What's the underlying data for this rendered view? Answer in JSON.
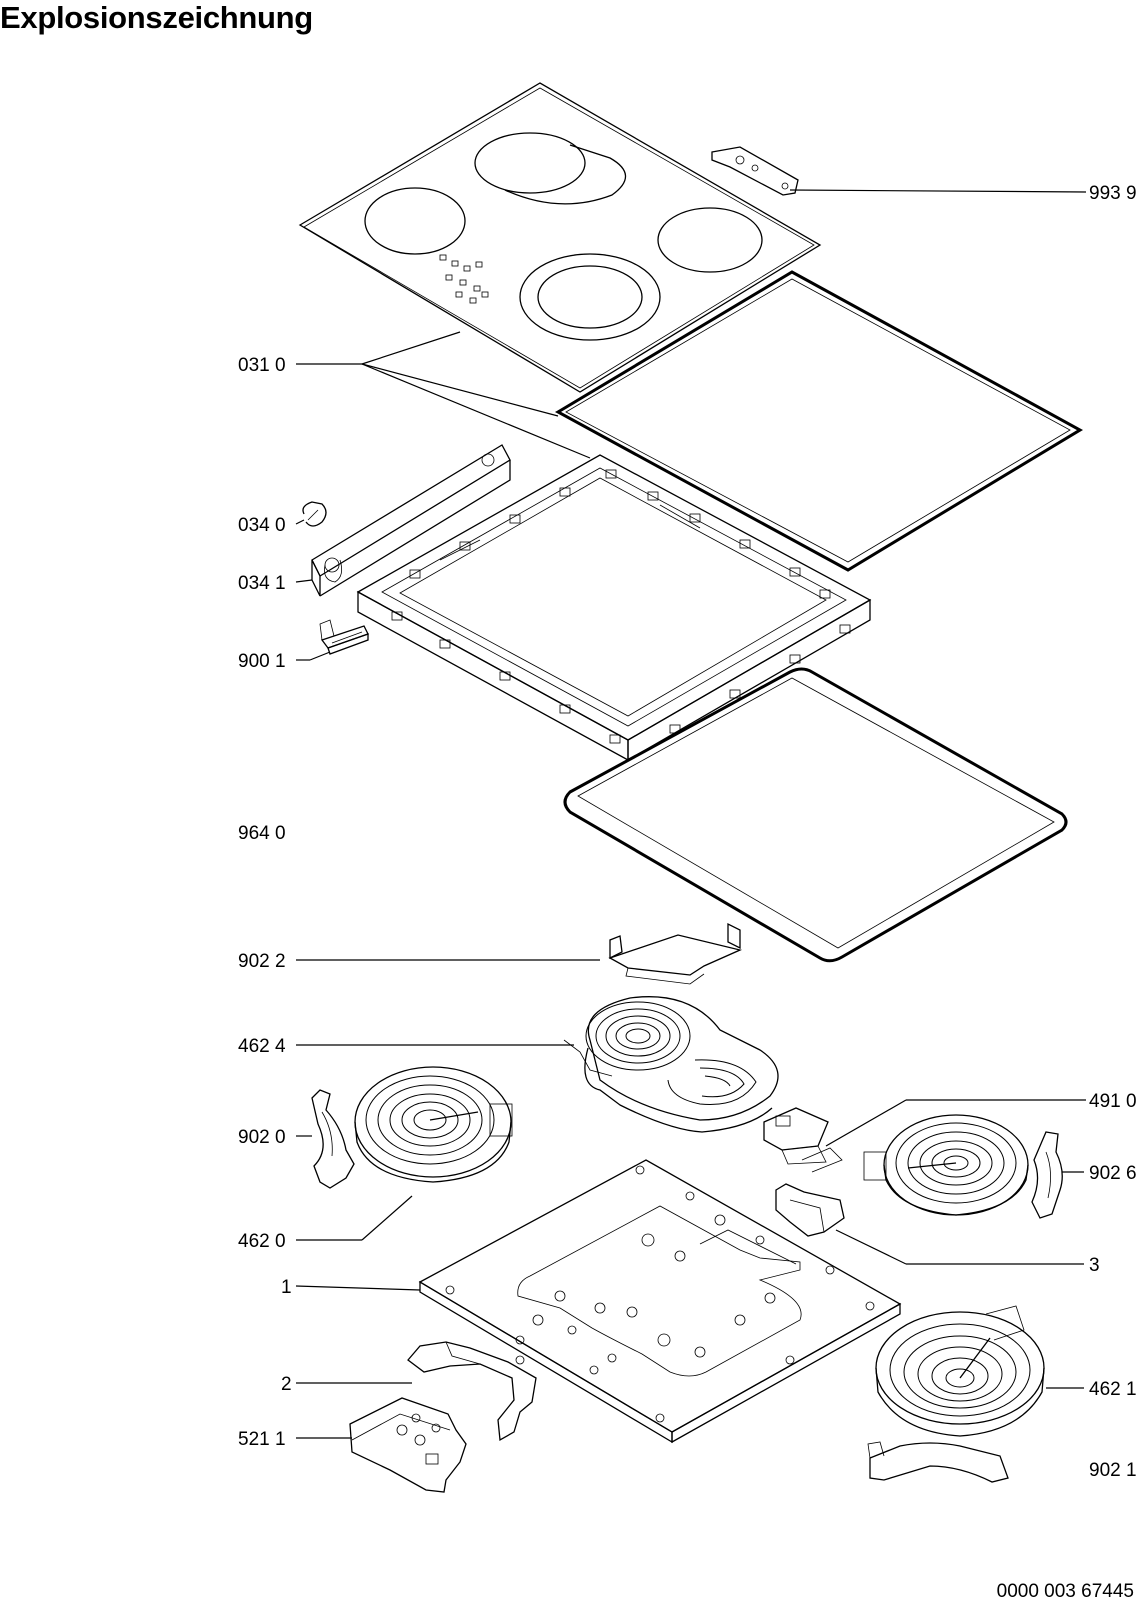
{
  "title": "Explosionszeichnung",
  "document_number": "0000 003 67445",
  "labels": [
    {
      "id": "993-9",
      "text": "993 9"
    },
    {
      "id": "031-0",
      "text": "031 0"
    },
    {
      "id": "034-0",
      "text": "034 0"
    },
    {
      "id": "034-1",
      "text": "034 1"
    },
    {
      "id": "900-1",
      "text": "900 1"
    },
    {
      "id": "964-0",
      "text": "964 0"
    },
    {
      "id": "902-2",
      "text": "902 2"
    },
    {
      "id": "462-4",
      "text": "462 4"
    },
    {
      "id": "491-0",
      "text": "491 0"
    },
    {
      "id": "902-0",
      "text": "902 0"
    },
    {
      "id": "902-6",
      "text": "902 6"
    },
    {
      "id": "462-0",
      "text": "462 0"
    },
    {
      "id": "3",
      "text": "3"
    },
    {
      "id": "1",
      "text": "1"
    },
    {
      "id": "2",
      "text": "2"
    },
    {
      "id": "462-1",
      "text": "462 1"
    },
    {
      "id": "521-1",
      "text": "521 1"
    },
    {
      "id": "902-1",
      "text": "902 1"
    }
  ]
}
